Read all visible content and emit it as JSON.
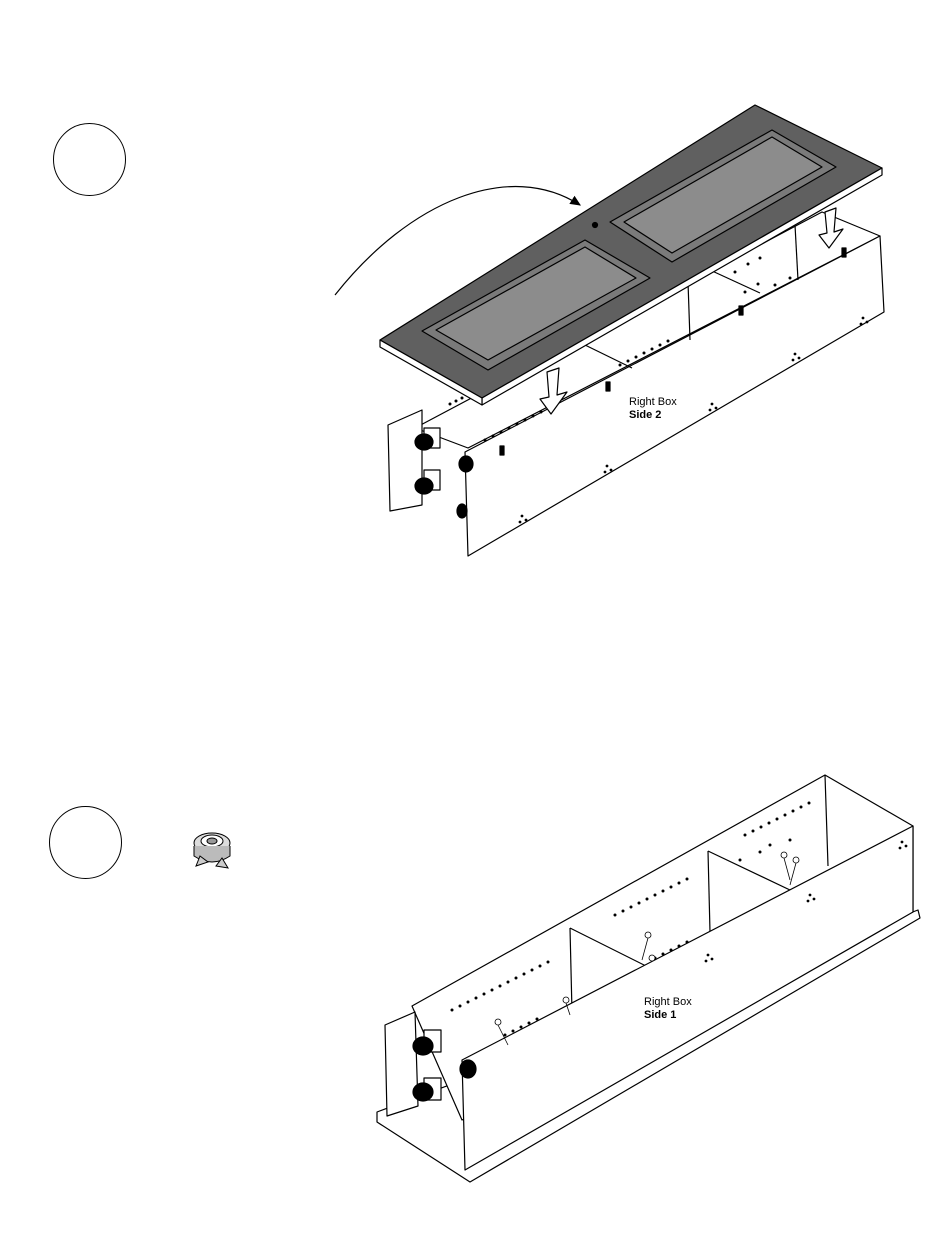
{
  "step1": {
    "panel_label": "Right Box",
    "panel_side": "Side 2"
  },
  "step2": {
    "panel_label": "Right Box",
    "panel_side": "Side 1"
  }
}
